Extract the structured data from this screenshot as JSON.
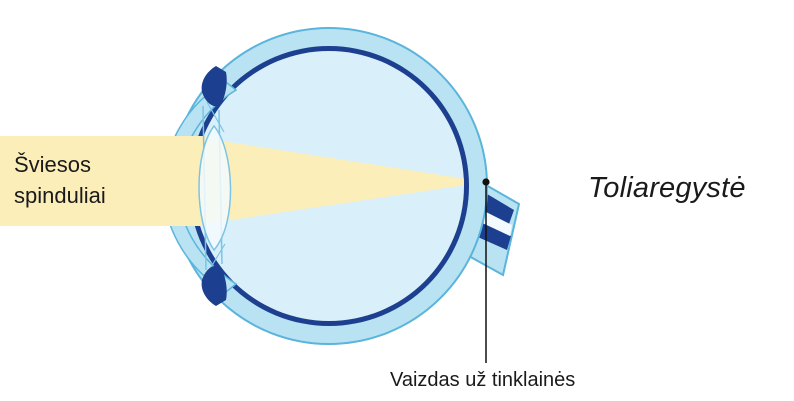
{
  "labels": {
    "light_rays_line1": "Šviesos",
    "light_rays_line2": "spinduliai",
    "condition": "Toliaregystė",
    "image_position": "Vaizdas už tinklainės"
  },
  "colors": {
    "light_beam": "#fbeeb9",
    "sclera_outer": "#b9e3f2",
    "sclera_edge": "#5ab4dc",
    "eye_interior": "#d9f0fa",
    "retina": "#1d3f8f",
    "lens": "#f3fafd",
    "iris": "#1d3f8f",
    "text": "#1a1a1a"
  }
}
